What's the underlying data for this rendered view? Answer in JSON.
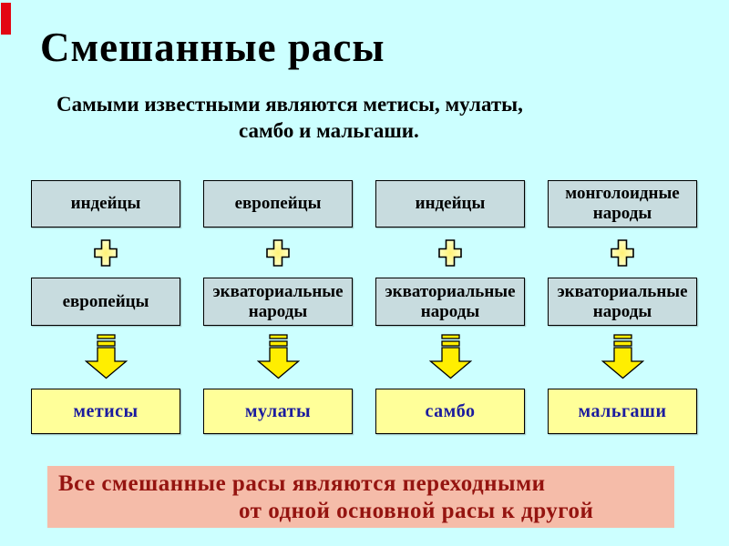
{
  "slide": {
    "title": "Смешанные расы",
    "subtitle_line1": "Самыми известными являются метисы, мулаты,",
    "subtitle_line2": "самбо и мальгаши.",
    "footer_line1": "Все смешанные расы являются переходными",
    "footer_line2": "от одной основной расы к другой"
  },
  "diagram": {
    "columns": [
      {
        "input1": "индейцы",
        "input2": "европейцы",
        "result": "метисы"
      },
      {
        "input1": "европейцы",
        "input2": "экваториальные народы",
        "result": "мулаты"
      },
      {
        "input1": "индейцы",
        "input2": "экваториальные народы",
        "result": "самбо"
      },
      {
        "input1": "монголоидные народы",
        "input2": "экваториальные народы",
        "result": "мальгаши"
      }
    ],
    "icons": {
      "plus": "plus-icon",
      "down_arrow": "down-arrow-icon"
    }
  },
  "colors": {
    "background": "#ccffff",
    "accent_red_bar": "#e30613",
    "title_text": "#000000",
    "input_box_fill": "#c8dcdf",
    "result_box_fill": "#ffff99",
    "result_text": "#1b1b9e",
    "icon_yellow": "#ffee00",
    "plus_fill": "#fff9a0",
    "footer_fill": "#f5bca9",
    "footer_text": "#951410"
  }
}
